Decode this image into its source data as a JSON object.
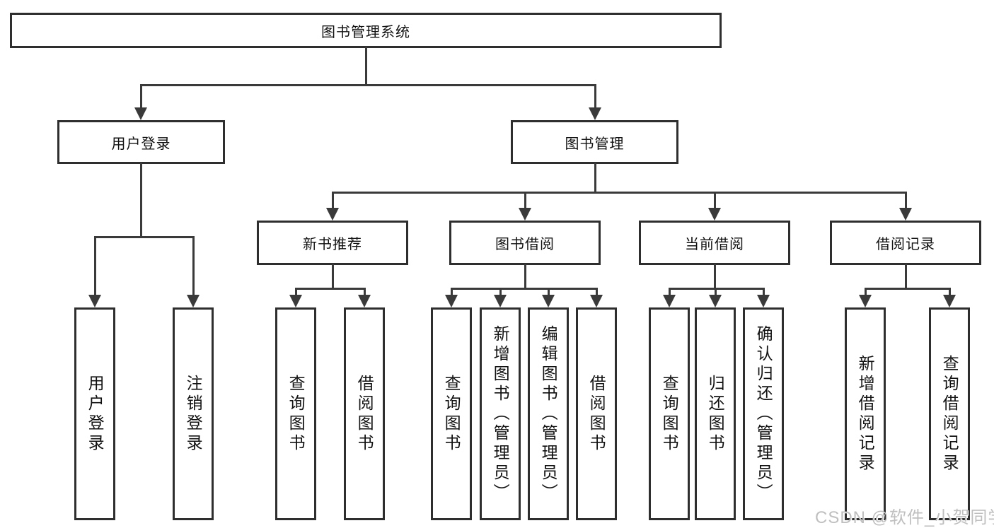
{
  "tree": {
    "root": {
      "label": "图书管理系统"
    },
    "level2": [
      {
        "id": "user-login",
        "label": "用户登录"
      },
      {
        "id": "book-management",
        "label": "图书管理"
      }
    ],
    "level3": [
      {
        "id": "new-book-recommendation",
        "label": "新书推荐",
        "parent": "图书管理"
      },
      {
        "id": "book-borrowing",
        "label": "图书借阅",
        "parent": "图书管理"
      },
      {
        "id": "current-borrowing",
        "label": "当前借阅",
        "parent": "图书管理"
      },
      {
        "id": "borrowing-records",
        "label": "借阅记录",
        "parent": "图书管理"
      }
    ],
    "leaves": [
      {
        "id": "user-login-action",
        "label": "用户登录",
        "parent": "用户登录"
      },
      {
        "id": "logout-action",
        "label": "注销登录",
        "parent": "用户登录"
      },
      {
        "id": "query-books-recommend",
        "label": "查询图书",
        "parent": "新书推荐"
      },
      {
        "id": "borrow-books-recommend",
        "label": "借阅图书",
        "parent": "新书推荐"
      },
      {
        "id": "query-books-borrowing",
        "label": "查询图书",
        "parent": "图书借阅"
      },
      {
        "id": "add-books-admin",
        "label": "新增图书（管理员）",
        "parent": "图书借阅"
      },
      {
        "id": "edit-books-admin",
        "label": "编辑图书（管理员）",
        "parent": "图书借阅"
      },
      {
        "id": "borrow-books-borrowing",
        "label": "借阅图书",
        "parent": "图书借阅"
      },
      {
        "id": "query-books-current",
        "label": "查询图书",
        "parent": "当前借阅"
      },
      {
        "id": "return-books",
        "label": "归还图书",
        "parent": "当前借阅"
      },
      {
        "id": "confirm-return-admin",
        "label": "确认归还（管理员）",
        "parent": "当前借阅"
      },
      {
        "id": "add-borrow-record",
        "label": "新增借阅记录",
        "parent": "借阅记录"
      },
      {
        "id": "query-borrow-record",
        "label": "查询借阅记录",
        "parent": "借阅记录"
      }
    ]
  },
  "watermark": {
    "text": "CSDN @软件_小贺同学"
  },
  "colors": {
    "background": "#ffffff",
    "box_border": "#2e2e2e",
    "line": "#3a3a3a",
    "text": "#111111",
    "watermark": "#bfbfbf"
  }
}
